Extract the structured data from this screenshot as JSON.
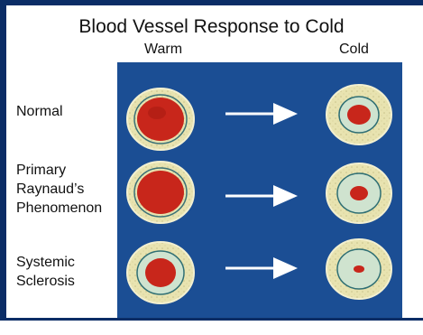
{
  "title": "Blood Vessel Response to Cold",
  "columns": {
    "warm": "Warm",
    "cold": "Cold"
  },
  "rows": [
    {
      "label": "Normal"
    },
    {
      "label": "Primary\nRaynaud’s\nPhenomenon"
    },
    {
      "label": "Systemic\nSclerosis"
    }
  ],
  "colors": {
    "frame": "#0b2d66",
    "panel": "#1b4e94",
    "vessel_outer": "#e8e3b0",
    "vessel_ring": "#2f6f74",
    "lumen": "#c8261b",
    "arrow": "#ffffff"
  }
}
